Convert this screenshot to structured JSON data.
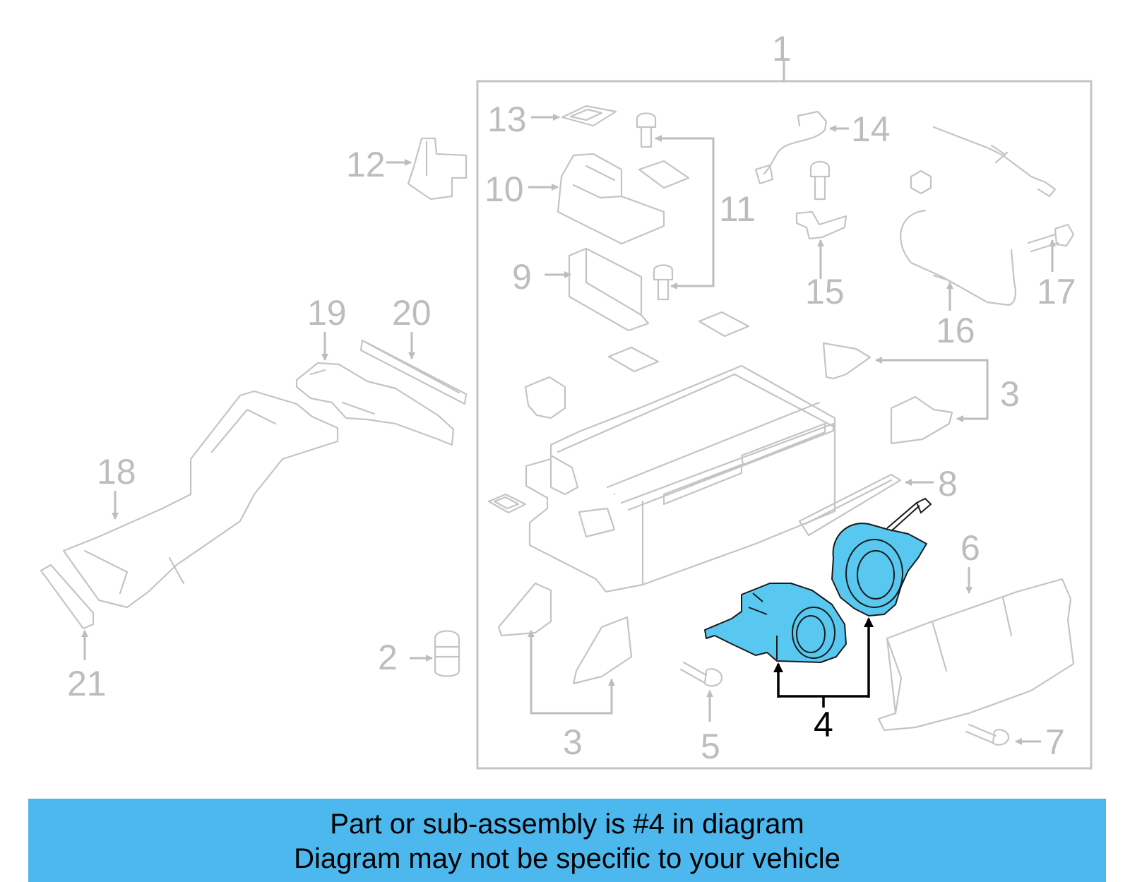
{
  "callouts": {
    "c1": "1",
    "c2": "2",
    "c3a": "3",
    "c3b": "3",
    "c4": "4",
    "c5": "5",
    "c6": "6",
    "c7": "7",
    "c8": "8",
    "c9": "9",
    "c10": "10",
    "c11": "11",
    "c12": "12",
    "c13": "13",
    "c14": "14",
    "c15": "15",
    "c16": "16",
    "c17": "17",
    "c18": "18",
    "c19": "19",
    "c20": "20",
    "c21": "21"
  },
  "highlight_color": "#58c8f0",
  "banner": {
    "line1": "Part or sub-assembly is #4 in diagram",
    "line2": "Diagram may not be specific to your vehicle",
    "background": "#4db8ee"
  }
}
